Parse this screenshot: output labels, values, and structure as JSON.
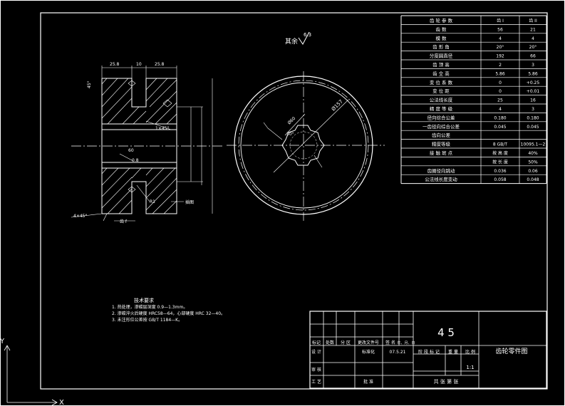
{
  "roughness": {
    "label": "其余",
    "value": "6.3"
  },
  "left_view": {
    "dims": [
      "25.8",
      "10",
      "25.8",
      "1×45°",
      "60",
      "0.8",
      "R1",
      "4×45°"
    ],
    "labels": [
      "插图",
      "齿 f"
    ]
  },
  "front_view": {
    "dims": [
      "Ø157",
      "Ø60",
      "30°"
    ]
  },
  "param_table": {
    "header": [
      "齿 轮 参 数",
      "齿 I",
      "齿 II"
    ],
    "rows": [
      [
        "齿  数",
        "56",
        "21"
      ],
      [
        "模  数",
        "4",
        "4"
      ],
      [
        "齿 形 角",
        "20°",
        "20°"
      ],
      [
        "分度圆直径",
        "192",
        "66"
      ],
      [
        "齿 顶 高",
        "2",
        "3"
      ],
      [
        "齿 全 高",
        "5.86",
        "5.86"
      ],
      [
        "变 位 系 数",
        "0",
        "+0.25"
      ],
      [
        "变 位 距",
        "0",
        "+0.01"
      ],
      [
        "公法线长度",
        "25",
        "16"
      ],
      [
        "精 度 等 级",
        "4",
        "3"
      ],
      [
        "径向综合公差",
        "0.180",
        "0.180"
      ],
      [
        "一齿径向综合公差",
        "0.045",
        "0.045"
      ],
      [
        "齿向公差",
        "",
        ""
      ],
      [
        "精度等级",
        "8 GB/T",
        "10095.1—2"
      ],
      [
        "接 触 斑 点",
        "按 高 度",
        "40%"
      ],
      [
        "",
        "按 长 度",
        "50%"
      ],
      [
        "齿圈径向跳动",
        "0.036",
        "0.06"
      ],
      [
        "公法线长度变动",
        "0.058",
        "0.048"
      ]
    ]
  },
  "notes": {
    "title": "技术要求",
    "lines": [
      "1. 热处理，渗碳层深度 0.9—1.3mm。",
      "2. 渗碳淬火后硬度 HRC58—64，心部硬度 HRC 32—40。",
      "3. 未注形位公差按 GB/T 1184—K。"
    ]
  },
  "title_block": {
    "material": "4 5",
    "part_name": "齿轮零件图",
    "scale": "1:1",
    "date": "07.5.21",
    "headers": [
      "标记",
      "处数",
      "分 区",
      "更改文件号",
      "签 名",
      "年、月、日"
    ],
    "cols": [
      "阶 段 标 记",
      "重 量",
      "比 例"
    ],
    "sheet": "共   张  第   张",
    "roles": [
      "设 计",
      "标准化",
      "审 核",
      "工 艺",
      "批 准"
    ]
  },
  "axis": {
    "x": "X",
    "y": "Y"
  }
}
